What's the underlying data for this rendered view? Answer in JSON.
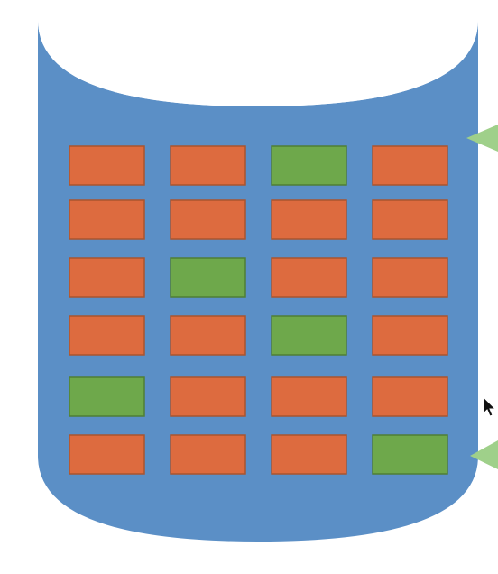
{
  "colors": {
    "background": "#ffffff",
    "cylinder_fill": "#5b8fc6",
    "cylinder_top": "#ffffff",
    "block_default": "#dd6b3f",
    "block_default_border": "#a9542f",
    "block_highlight": "#6ea84b",
    "block_highlight_border": "#4f7f35",
    "pointer": "#9fd08a",
    "cursor": "#111111"
  },
  "cylinder": {
    "shape": "database-cylinder"
  },
  "grid": {
    "rows": 6,
    "columns": 4,
    "cells": [
      [
        "default",
        "default",
        "highlight",
        "default"
      ],
      [
        "default",
        "default",
        "default",
        "default"
      ],
      [
        "default",
        "highlight",
        "default",
        "default"
      ],
      [
        "default",
        "default",
        "highlight",
        "default"
      ],
      [
        "highlight",
        "default",
        "default",
        "default"
      ],
      [
        "default",
        "default",
        "default",
        "highlight"
      ]
    ]
  },
  "pointers": [
    {
      "name": "pointer-top-right",
      "direction": "left"
    },
    {
      "name": "pointer-bottom-right",
      "direction": "left"
    }
  ],
  "cursor": {
    "icon": "mouse-cursor-icon"
  }
}
